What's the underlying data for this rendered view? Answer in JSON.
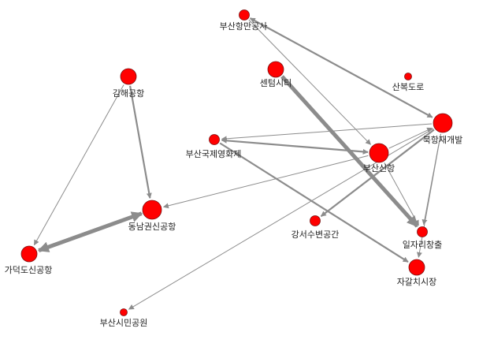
{
  "graph": {
    "nodes": [
      {
        "id": "busan-port-authority",
        "label": "부산항만공사",
        "size": "small"
      },
      {
        "id": "centum-city",
        "label": "센텀시티",
        "size": "medium"
      },
      {
        "id": "sanbok-road",
        "label": "산복도로",
        "size": "tiny"
      },
      {
        "id": "gimhae-airport",
        "label": "김해공항",
        "size": "medium"
      },
      {
        "id": "north-port-redevelopment",
        "label": "북항재개발",
        "size": "large"
      },
      {
        "id": "busan-intl-film-festival",
        "label": "부산국제영화제",
        "size": "small"
      },
      {
        "id": "busan-new-port",
        "label": "부산신항",
        "size": "large"
      },
      {
        "id": "southeast-hub-airport",
        "label": "동남권신공항",
        "size": "large"
      },
      {
        "id": "gangseo-waterfront",
        "label": "강서수변공간",
        "size": "small"
      },
      {
        "id": "job-creation",
        "label": "일자리창출",
        "size": "small"
      },
      {
        "id": "gadeokdo-new-airport",
        "label": "가덕도신공항",
        "size": "medium"
      },
      {
        "id": "autonomous-mayor",
        "label": "자갈치시장",
        "size": "medium"
      },
      {
        "id": "busan-citizens-park",
        "label": "부산시민공원",
        "size": "tiny"
      }
    ],
    "edges": [
      {
        "from": "centum-city",
        "to": "job-creation",
        "weight": "heavy"
      },
      {
        "from": "southeast-hub-airport",
        "to": "gadeokdo-new-airport",
        "weight": "heavy",
        "bidirectional": true
      },
      {
        "from": "north-port-redevelopment",
        "to": "gangseo-waterfront",
        "weight": "medium"
      },
      {
        "from": "gimhae-airport",
        "to": "southeast-hub-airport",
        "weight": "medium"
      },
      {
        "from": "gimhae-airport",
        "to": "gadeokdo-new-airport",
        "weight": "light"
      },
      {
        "from": "busan-port-authority",
        "to": "north-port-redevelopment",
        "weight": "medium",
        "bidirectional": true
      },
      {
        "from": "busan-port-authority",
        "to": "busan-new-port",
        "weight": "light"
      },
      {
        "from": "busan-new-port",
        "to": "busan-intl-film-festival",
        "weight": "medium",
        "bidirectional": true
      },
      {
        "from": "busan-intl-film-festival",
        "to": "autonomous-mayor",
        "weight": "medium"
      },
      {
        "from": "busan-new-port",
        "to": "southeast-hub-airport",
        "weight": "light"
      },
      {
        "from": "busan-new-port",
        "to": "north-port-redevelopment",
        "weight": "light"
      },
      {
        "from": "north-port-redevelopment",
        "to": "job-creation",
        "weight": "light"
      },
      {
        "from": "north-port-redevelopment",
        "to": "busan-intl-film-festival",
        "weight": "light"
      },
      {
        "from": "north-port-redevelopment",
        "to": "autonomous-mayor",
        "weight": "light"
      },
      {
        "from": "busan-new-port",
        "to": "job-creation",
        "weight": "light"
      },
      {
        "from": "north-port-redevelopment",
        "to": "busan-citizens-park",
        "weight": "light"
      }
    ]
  }
}
